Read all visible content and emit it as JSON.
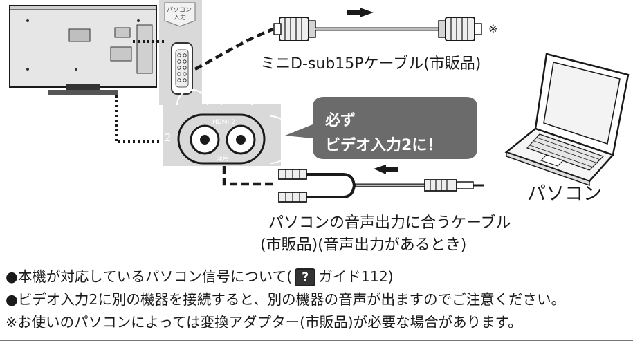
{
  "diagram": {
    "cable_vga_label": "ミニD-sub15Pケーブル(市販品)",
    "asterisk_mark": "※",
    "pc_input_label_line1": "パソコン",
    "pc_input_label_line2": "入力",
    "hdmi_label": "HDMI 2",
    "shared_label": "兼用",
    "input_number": "2",
    "callout_line1": "必ず",
    "callout_line2": "ビデオ入力2に！",
    "pc_label": "パソコン",
    "audio_cable_line1": "パソコンの音声出力に合うケーブル",
    "audio_cable_line2": "(市販品)(音声出力があるとき)"
  },
  "notes": {
    "note1_prefix": "●本機が対応しているパソコン信号について(",
    "note1_icon": "?",
    "note1_suffix": "ガイド112)",
    "note2": "●ビデオ入力2に別の機器を接続すると、別の機器の音声が出ますのでご注意ください。",
    "note3": "※お使いのパソコンによっては変換アダプター(市販品)が必要な場合があります。"
  },
  "colors": {
    "callout_bg": "#6b6b6b",
    "panel_bg": "#d9d9d9",
    "tv_body": "#e6e6e6",
    "line": "#1a1a1a"
  }
}
